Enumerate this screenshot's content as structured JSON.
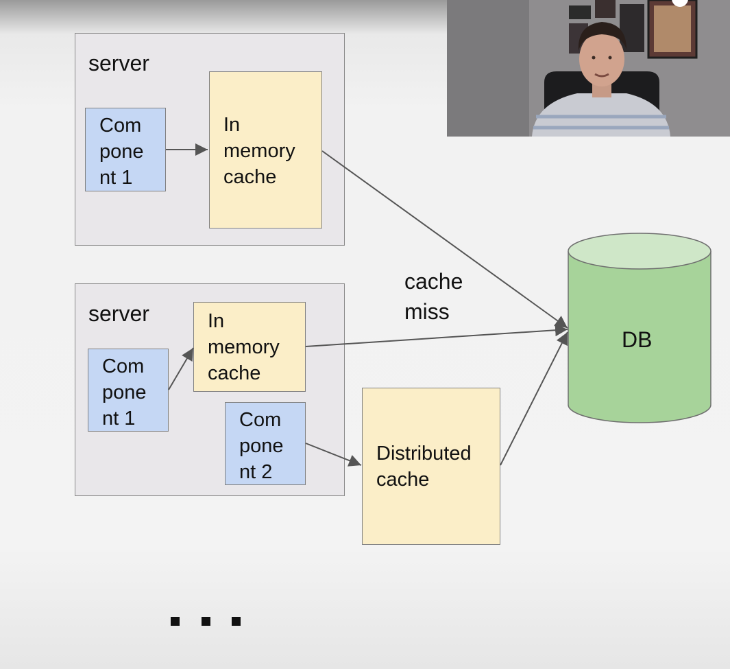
{
  "diagram": {
    "server1": {
      "label": "server"
    },
    "server2": {
      "label": "server"
    },
    "component1_top": {
      "label": "Com\npone\nnt 1"
    },
    "cache_top": {
      "label": "In\nmemory\ncache"
    },
    "component1_bottom": {
      "label": "Com\npone\nnt 1"
    },
    "cache_bottom": {
      "label": "In\nmemory\ncache"
    },
    "component2": {
      "label": "Com\npone\nnt 2"
    },
    "distributed_cache": {
      "label": "Distributed\ncache"
    },
    "cache_miss_label": "cache\nmiss",
    "db": {
      "label": "DB"
    },
    "ellipsis": "..."
  },
  "colors": {
    "component_fill": "#c5d7f4",
    "cache_fill": "#fbeec8",
    "db_fill": "#a7d39a",
    "db_top_fill": "#cfe7c8",
    "server_fill": "#e9e7ea",
    "arrow": "#555555"
  }
}
